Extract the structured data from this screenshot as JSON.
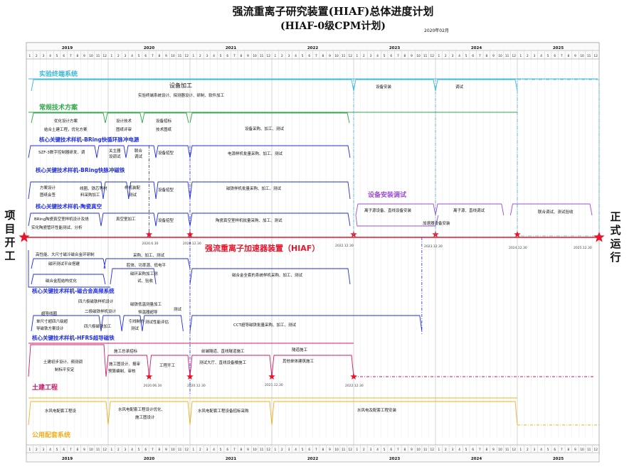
{
  "title": "强流重离子研究装置(HIAF)总体进度计划",
  "subtitle": "(HIAF-0级CPM计划)",
  "date_note": "2020年02月",
  "years": [
    "2019",
    "2020",
    "2021",
    "2022",
    "2023",
    "2024",
    "2025"
  ],
  "months": [
    "1",
    "2",
    "3",
    "4",
    "5",
    "6",
    "7",
    "8",
    "9",
    "10",
    "11",
    "12"
  ],
  "left_label": "项目开工",
  "right_label": "正式运行",
  "main_line_label": "强流重离子加速器装置（HIAF）",
  "colors": {
    "cyan": "#3db8d6",
    "green": "#2ea84a",
    "blue": "#1f2ee0",
    "purple": "#9d4fd0",
    "red": "#e8142a",
    "magenta": "#d01a6a",
    "orange": "#f0b020",
    "teal": "#2ab8a8"
  },
  "sections": {
    "terminal": "实验终端系统",
    "conventional": "常规技术方案",
    "bring_power": "核心关键技术样机-BRing快循环脉冲电源",
    "bring_magnet": "核心关键技术样机-BRing快脉冲磁铁",
    "ceramic": "核心关键技术样机-陶瓷真空",
    "install": "设备安装调试",
    "alloy": "核心关键技术样机-磁合金高频系统",
    "hfrs": "核心关键技术样机-HFRS超导磁铁",
    "civil": "土建工程",
    "utility": "公用配套系统"
  },
  "tasks": {
    "t_equip": "设备加工",
    "t_equip_sub": "实验终端系统设计、探测器设计、研制、软件加工",
    "t_install1": "设备安装",
    "t_debug1": "调试",
    "c_opt": "优化设计方案",
    "c_opt2": "结合土建工程，优化方案",
    "c_bid": "设计技术",
    "c_bid2": "图纸评审",
    "c_call": "设备招标",
    "c_call2": "技术图纸",
    "c_proc": "设备采购、加工、测试",
    "p_ctrl": "SZF-3数字控制器研发、调",
    "p_main": "关主器",
    "p_main2": "设调试",
    "p_joint": "联合",
    "p_joint2": "调试",
    "p_bidp": "设备招型",
    "p_proc": "电源样机批量采购、加工、测试",
    "m_design": "方案设计",
    "m_design2": "图纸会签",
    "m_iron": "线圈、铁芯等材",
    "m_iron2": "料采购加工",
    "m_assy": "样机装配",
    "m_assy2": "测试",
    "m_bidm": "设备招型",
    "m_proc": "磁铁样机批量采购、加工、测试",
    "v_design": "BRing陶瓷真空室样机设计及烧",
    "v_design2": "实化陶瓷管环性能测试、分析",
    "v_room": "真空室加工",
    "v_bid": "设备招型",
    "v_proc": "陶瓷真空室样机批量采购、加工、测试",
    "i_bring": "离子源设备、直线设备安装",
    "i_bring2": "加速器设备安装",
    "i_hfrs": "离子源、直线调试",
    "i_test": "联合调试、测试验收",
    "a_perf": "高性能、大尺寸磁冷磁合金环研制",
    "a_ring": "磁环测试平台搭建",
    "a_struct": "磁合金腔结构优化",
    "a_buy": "采购、加工、测试",
    "a_amp": "腔体、功率源、低电平",
    "a_proto": "磁环采购加工测",
    "a_proto2": "试、验收",
    "a_proc": "磁合金全套的系统样机采购、加工、测试",
    "h_coil": "超导线圈",
    "h_test": "测试",
    "h_four": "四六极磁铁样机设计",
    "h_two": "二极磁铁样机设计",
    "h_six": "四六极磁铁加工",
    "h_sys": "单尺寸超四六级超",
    "h_sys2": "导磁铁方案设计",
    "h_make": "引线制作",
    "h_make2": "测试",
    "h_cryo": "磁铁低温测量加工",
    "h_vac": "恒温器超导",
    "h_vac2": "测试性能评估",
    "h_ccw": "CCT超导磁铁批量采购、加工、测试",
    "b_design": "土建初步设计、频测调",
    "b_design2": "制标平安定",
    "b_bid": "施工总承招标",
    "b_draw": "施工图设计、报审",
    "b_draw2": "预算编制、审核",
    "b_start": "工程开工",
    "b_struct1": "前端隧道、直线隧道施工",
    "b_struct2": "测试大厅、直线设备楼施工",
    "b_tunnel": "隧道施工",
    "b_other": "其他单体建筑施工",
    "u_p1": "水风电配套工程设",
    "u_p2": "水风电配套工程设计优化、",
    "u_p2b": "施工图设计",
    "u_p3": "水风电配套工程设备招标采购",
    "u_p4": "水风电及配套工程安装"
  },
  "milestones": {
    "m1": "2020.6.30",
    "m2": "2020.12.30",
    "m3": "2022.12.30",
    "m4": "2023.12.30",
    "m5": "2024.12.30",
    "m6": "2025.12.30",
    "n1": "2020.06.30",
    "n2": "2020.12.30",
    "n3": "2021.12.30",
    "n4": "2022.12.30"
  }
}
